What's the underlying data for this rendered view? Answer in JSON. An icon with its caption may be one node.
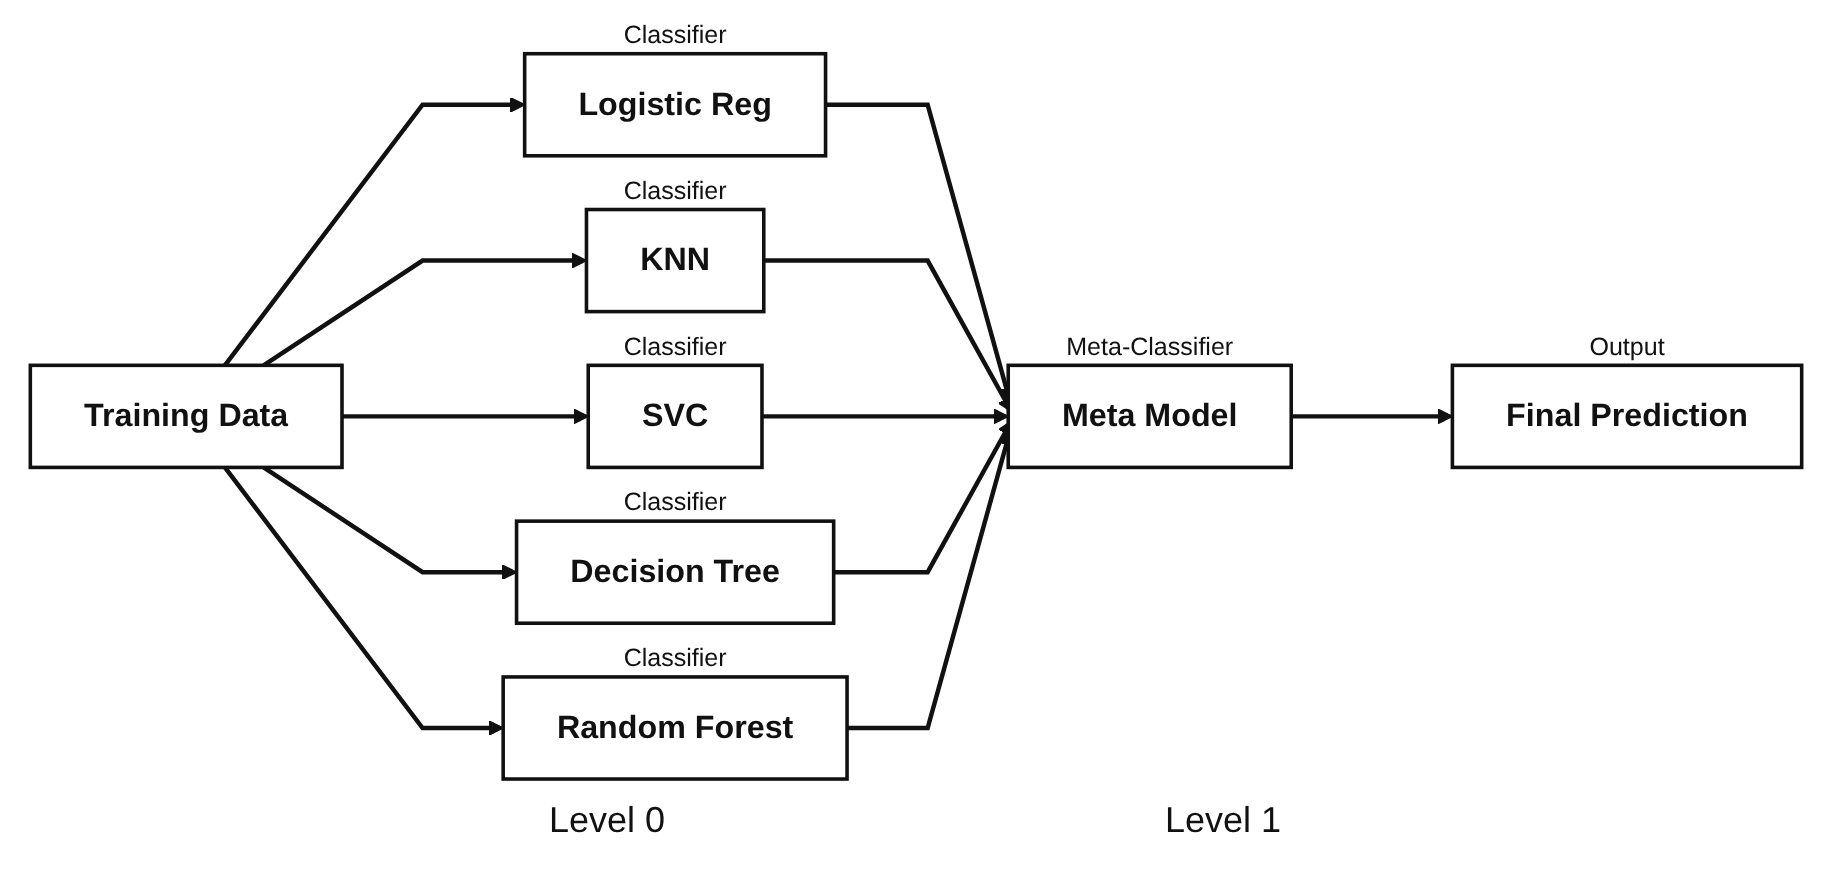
{
  "diagram": {
    "nodes": [
      {
        "text": [
          "Training Data"
        ]
      },
      {
        "text": [
          "Logistic Reg"
        ],
        "beside": [
          "Classifier"
        ]
      },
      {
        "text": [
          "KNN"
        ],
        "beside": [
          "Classifier"
        ]
      },
      {
        "text": [
          "SVC"
        ],
        "beside": [
          "Classifier"
        ]
      },
      {
        "text": [
          "Decision Tree"
        ],
        "beside": [
          "Classifier"
        ]
      },
      {
        "text": [
          "Random Forest"
        ],
        "beside": [
          "Classifier"
        ]
      },
      {
        "text": [
          "Meta Model"
        ],
        "beside": [
          "Meta-Classifier"
        ]
      },
      {
        "text": [
          "Final Prediction"
        ],
        "beside": [
          "Output"
        ]
      }
    ],
    "edges": [
      {
        "from": 0,
        "to": 1,
        "arrow": "to"
      },
      {
        "from": 0,
        "to": 2,
        "arrow": "to"
      },
      {
        "from": 0,
        "to": 3,
        "arrow": "to"
      },
      {
        "from": 0,
        "to": 4,
        "arrow": "to"
      },
      {
        "from": 0,
        "to": 5,
        "arrow": "to"
      },
      {
        "from": 1,
        "to": 6,
        "arrow": "to"
      },
      {
        "from": 2,
        "to": 6,
        "arrow": "to"
      },
      {
        "from": 3,
        "to": 6,
        "arrow": "to"
      },
      {
        "from": 4,
        "to": 6,
        "arrow": "to"
      },
      {
        "from": 5,
        "to": 6,
        "arrow": "to"
      },
      {
        "from": 6,
        "to": 7,
        "arrow": "to"
      }
    ],
    "labels": [
      "Level 0",
      "Level 1"
    ]
  }
}
